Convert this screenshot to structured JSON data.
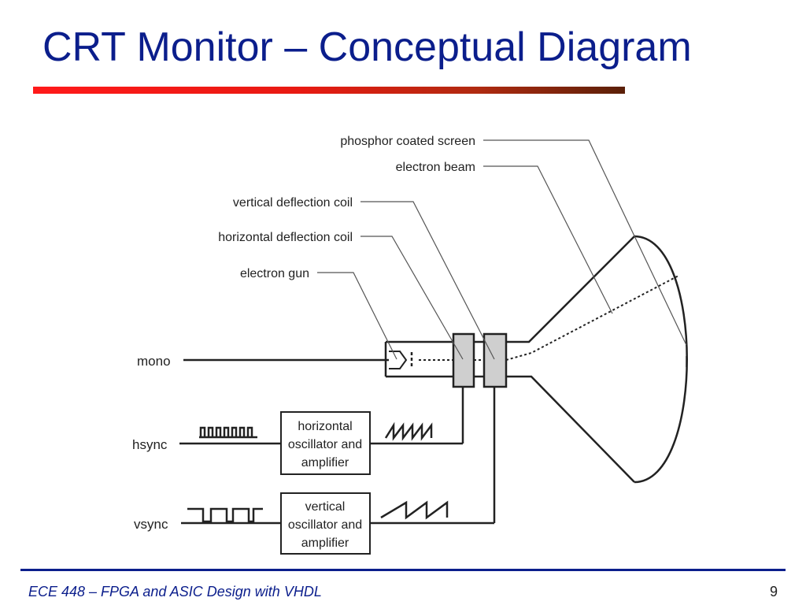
{
  "slide": {
    "title": "CRT Monitor – Conceptual Diagram"
  },
  "diagram": {
    "callouts": {
      "phosphor_screen": "phosphor coated screen",
      "electron_beam": "electron beam",
      "vertical_coil": "vertical deflection coil",
      "horizontal_coil": "horizontal deflection coil",
      "electron_gun": "electron gun"
    },
    "signals": {
      "mono": "mono",
      "hsync": "hsync",
      "vsync": "vsync"
    },
    "boxes": {
      "horizontal": [
        "horizontal",
        "oscillator and",
        "amplifier"
      ],
      "vertical": [
        "vertical",
        "oscillator and",
        "amplifier"
      ]
    }
  },
  "footer": {
    "course": "ECE 448 – FPGA and ASIC Design with VHDL",
    "page_number": "9"
  }
}
